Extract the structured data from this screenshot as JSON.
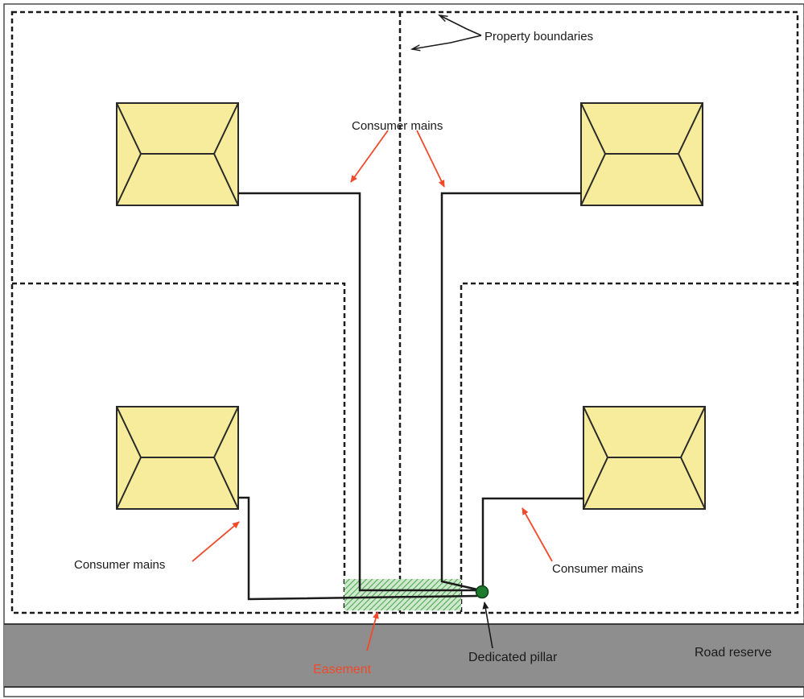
{
  "colors": {
    "house_fill": "#f7ec9c",
    "house_stroke": "#2a2a2a",
    "boundary": "#1a1a1a",
    "cable": "#1a1a1a",
    "arrow_red": "#f04a2a",
    "easement": "#4fa84f",
    "pillar": "#1e7a2e",
    "road": "#8e8e8e",
    "easement_text": "#f04a2a"
  },
  "labels": {
    "property_boundaries": "Property boundaries",
    "consumer_mains_top": "Consumer mains",
    "consumer_mains_left": "Consumer mains",
    "consumer_mains_right": "Consumer mains",
    "easement": "Easement",
    "dedicated_pillar": "Dedicated pillar",
    "road_reserve": "Road reserve"
  }
}
